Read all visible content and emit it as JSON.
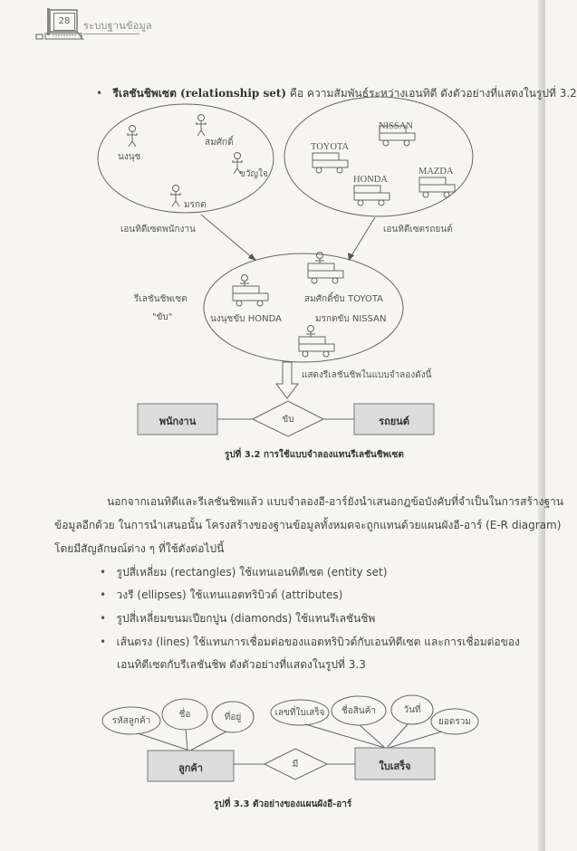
{
  "header": {
    "page_number": "28",
    "book_title": "ระบบฐานข้อมูล",
    "icon": "computer-icon"
  },
  "section_relationship_set": {
    "term": "รีเลชันชิพเซต (relationship set)",
    "definition": "คือ ความสัมพันธ์ระหว่างเอนทิตี ดังตัวอย่างที่แสดงในรูปที่ 3.2"
  },
  "figure_3_2": {
    "employees_set": {
      "label": "เอนทิตีเซตพนักงาน",
      "members": [
        "สมศักดิ์",
        "นงนุช",
        "ขวัญใจ",
        "มรกต"
      ]
    },
    "cars_set": {
      "label": "เอนทิตีเซตรถยนต์",
      "members": [
        "NISSAN",
        "TOYOTA",
        "HONDA",
        "MAZDA"
      ]
    },
    "relationship_set": {
      "label_line1": "รีเลชันชิพเซต",
      "label_line2": "\"ขับ\"",
      "pairs": [
        "สมศักดิ์ขับ TOYOTA",
        "นงนุชขับ HONDA",
        "มรกตขับ NISSAN"
      ]
    },
    "arrow_note": "แสดงรีเลชันชิพในแบบจำลองดังนี้",
    "er": {
      "entity_left": "พนักงาน",
      "relationship": "ขับ",
      "entity_right": "รถยนต์"
    },
    "caption": "รูปที่ 3.2 การใช้แบบจำลองแทนรีเลชันชิพเซต"
  },
  "paragraph": {
    "line1": "นอกจากเอนทิตีและรีเลชันชิพแล้ว  แบบจำลองอี-อาร์ยังนำเสนอกฎข้อบังคับที่จำเป็นในการสร้างฐาน",
    "line2": "ข้อมูลอีกด้วย ในการนำเสนอนั้น โครงสร้างของฐานข้อมูลทั้งหมดจะถูกแทนด้วยแผนผังอี-อาร์ (E-R diagram)",
    "line3": "โดยมีสัญลักษณ์ต่าง ๆ ที่ใช้ดังต่อไปนี้"
  },
  "symbols_list": [
    {
      "text": "รูปสี่เหลี่ยม (rectangles) ใช้แทนเอนทิตีเซต (entity set)"
    },
    {
      "text": "วงรี (ellipses) ใช้แทนแอตทริบิวต์ (attributes)"
    },
    {
      "text": "รูปสี่เหลี่ยมขนมเปียกปูน (diamonds) ใช้แทนรีเลชันชิพ"
    },
    {
      "text": "เส้นตรง (lines) ใช้แทนการเชื่อมต่อของแอตทริบิวต์กับเอนทิตีเซต และการเชื่อมต่อของ",
      "cont": "เอนทิตีเซตกับรีเลชันชิพ ดังตัวอย่างที่แสดงในรูปที่ 3.3"
    }
  ],
  "figure_3_3": {
    "entity_left": {
      "name": "ลูกค้า",
      "attributes": [
        "รหัสลูกค้า",
        "ชื่อ",
        "ที่อยู่"
      ]
    },
    "relationship": "มี",
    "entity_right": {
      "name": "ใบเสร็จ",
      "attributes": [
        "เลขที่ใบเสร็จ",
        "ชื่อสินค้า",
        "วันที่",
        "ยอดรวม"
      ]
    },
    "caption": "รูปที่ 3.3 ตัวอย่างของแผนผังอี-อาร์"
  },
  "colors": {
    "paper": "#f6f5f1",
    "ink": "#444444",
    "entity_fill": "#dcdcdc",
    "line": "#666666"
  }
}
